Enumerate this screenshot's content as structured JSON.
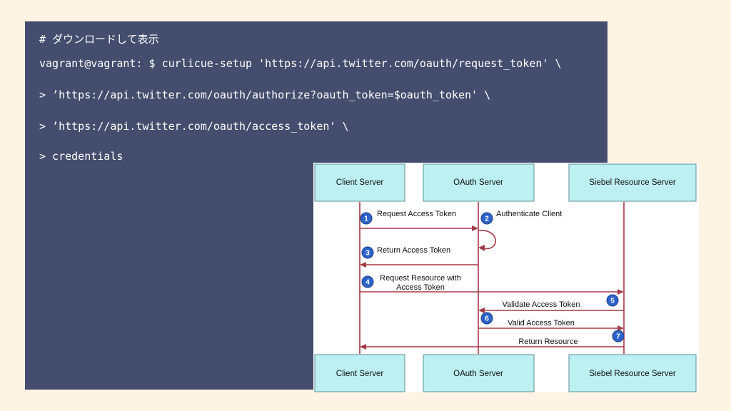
{
  "terminal": {
    "lines": [
      "# ダウンロードして表示",
      "vagrant@vagrant: $ curlicue-setup 'https://api.twitter.com/oauth/request_token' \\",
      "> ’https://api.twitter.com/oauth/authorize?oauth_token=$oauth_token' \\",
      "> ’https://api.twitter.com/oauth/access_token' \\",
      "> credentials"
    ]
  },
  "diagram": {
    "actors_top": [
      "Client Server",
      "OAuth Server",
      "Siebel Resource Server"
    ],
    "actors_bottom": [
      "Client Server",
      "OAuth Server",
      "Siebel Resource Server"
    ],
    "steps": [
      {
        "num": "1",
        "label": "Request Access Token"
      },
      {
        "num": "2",
        "label": "Authenticate Client"
      },
      {
        "num": "3",
        "label": "Return Access Token"
      },
      {
        "num": "4",
        "label_line1": "Request Resource with",
        "label_line2": "Access Token"
      },
      {
        "num": "5",
        "label": "Validate Access Token"
      },
      {
        "num": "6",
        "label": "Valid Access Token"
      },
      {
        "num": "7",
        "label": "Return Resource"
      }
    ],
    "colors": {
      "actor_fill": "#bdf0f2",
      "lifeline": "#a63a47",
      "step_badge": "#2d63c8"
    }
  }
}
